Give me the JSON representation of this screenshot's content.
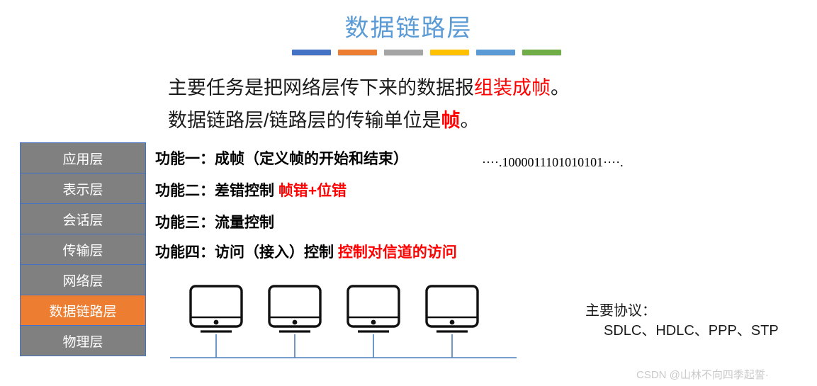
{
  "slide": {
    "title": "数据链路层",
    "title_color": "#5B9BD5",
    "accent_bars": [
      {
        "name": "bar-blue",
        "color": "#4472C4"
      },
      {
        "name": "bar-orange",
        "color": "#ED7D31"
      },
      {
        "name": "bar-gray",
        "color": "#A5A5A5"
      },
      {
        "name": "bar-yellow",
        "color": "#FFC000"
      },
      {
        "name": "bar-lblue",
        "color": "#5B9BD5"
      },
      {
        "name": "bar-green",
        "color": "#70AD47"
      }
    ]
  },
  "intro": {
    "line1_part1": "主要任务是把网络层传下来的数据报",
    "line1_highlight": "组装成帧",
    "line1_part2": "。",
    "line2_part1": "数据链路层/链路层的传输单位是",
    "line2_highlight": "帧",
    "line2_part2": "。",
    "highlight_color": "#FF0000"
  },
  "osi_stack": {
    "layers": [
      {
        "label": "应用层",
        "highlighted": false
      },
      {
        "label": "表示层",
        "highlighted": false
      },
      {
        "label": "会话层",
        "highlighted": false
      },
      {
        "label": "传输层",
        "highlighted": false
      },
      {
        "label": "网络层",
        "highlighted": false
      },
      {
        "label": "数据链路层",
        "highlighted": true
      },
      {
        "label": "物理层",
        "highlighted": false
      }
    ],
    "fill_color": "#808080",
    "border_color": "#4472C4",
    "highlight_color": "#ED7D31",
    "text_color": "#FFFFFF"
  },
  "functions": {
    "f1_label": "功能一：成帧（定义帧的开始和结束）",
    "f1_binary": "····.1000011101010101····.",
    "f2_label": "功能二：差错控制 ",
    "f2_highlight": "帧错+位错",
    "f3_label": "功能三：流量控制",
    "f4_label": "功能四：访问（接入）控制 ",
    "f4_highlight": "控制对信道的访问",
    "highlight_color": "#FF0000"
  },
  "network_diagram": {
    "node_count": 4,
    "node_icon": "monitor-icon",
    "line_color": "#4A7EBB",
    "icon_color": "#000000"
  },
  "protocols": {
    "heading": "主要协议：",
    "list": "SDLC、HDLC、PPP、STP"
  },
  "watermark": {
    "text": "CSDN @山林不向四季起誓·"
  }
}
